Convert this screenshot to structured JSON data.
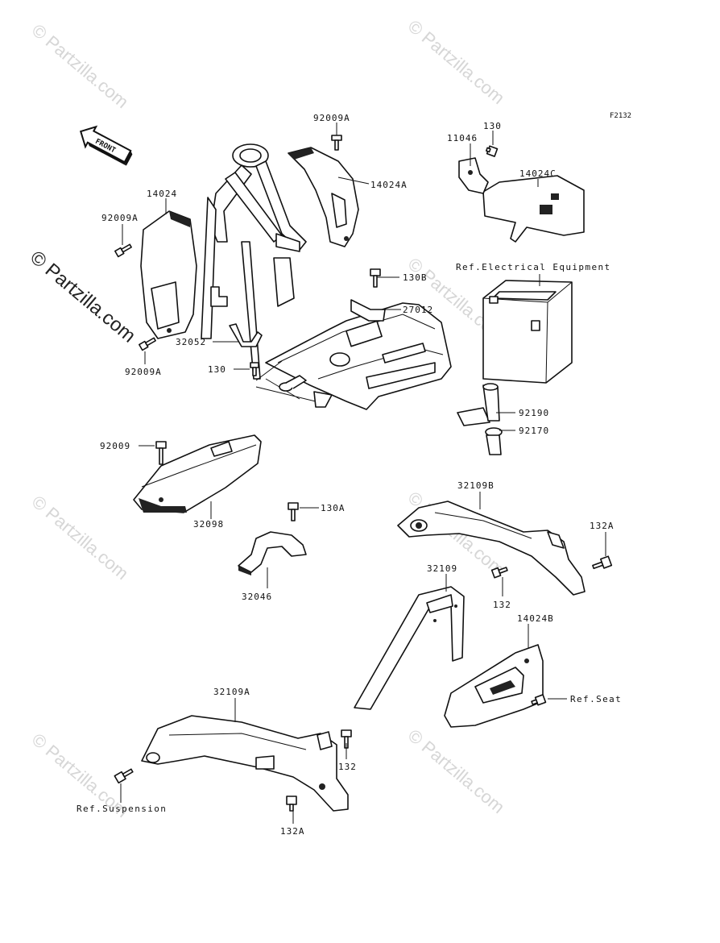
{
  "figure_code": "F2132",
  "front_arrow_label": "FRONT",
  "watermark_main": "© Partzilla.com",
  "watermark_tile": "© Partzilla.com",
  "labels": {
    "p92009A_top": "92009A",
    "p14024A": "14024A",
    "p14024": "14024",
    "p92009A_left": "92009A",
    "p92009A_bottom": "92009A",
    "p32052": "32052",
    "p130_left": "130",
    "p130B": "130B",
    "p27012": "27012",
    "p130_top": "130",
    "p11046": "11046",
    "p14024C": "14024C",
    "p92190": "92190",
    "p92170": "92170",
    "p92009": "92009",
    "p32098": "32098",
    "p130A": "130A",
    "p32046": "32046",
    "p32109B": "32109B",
    "p132A_right": "132A",
    "p132_mid": "132",
    "p32109": "32109",
    "p14024B": "14024B",
    "p32109A": "32109A",
    "p132_low": "132",
    "p132A_low": "132A"
  },
  "refs": {
    "electrical": "Ref.Electrical Equipment",
    "seat": "Ref.Seat",
    "suspension": "Ref.Suspension"
  }
}
